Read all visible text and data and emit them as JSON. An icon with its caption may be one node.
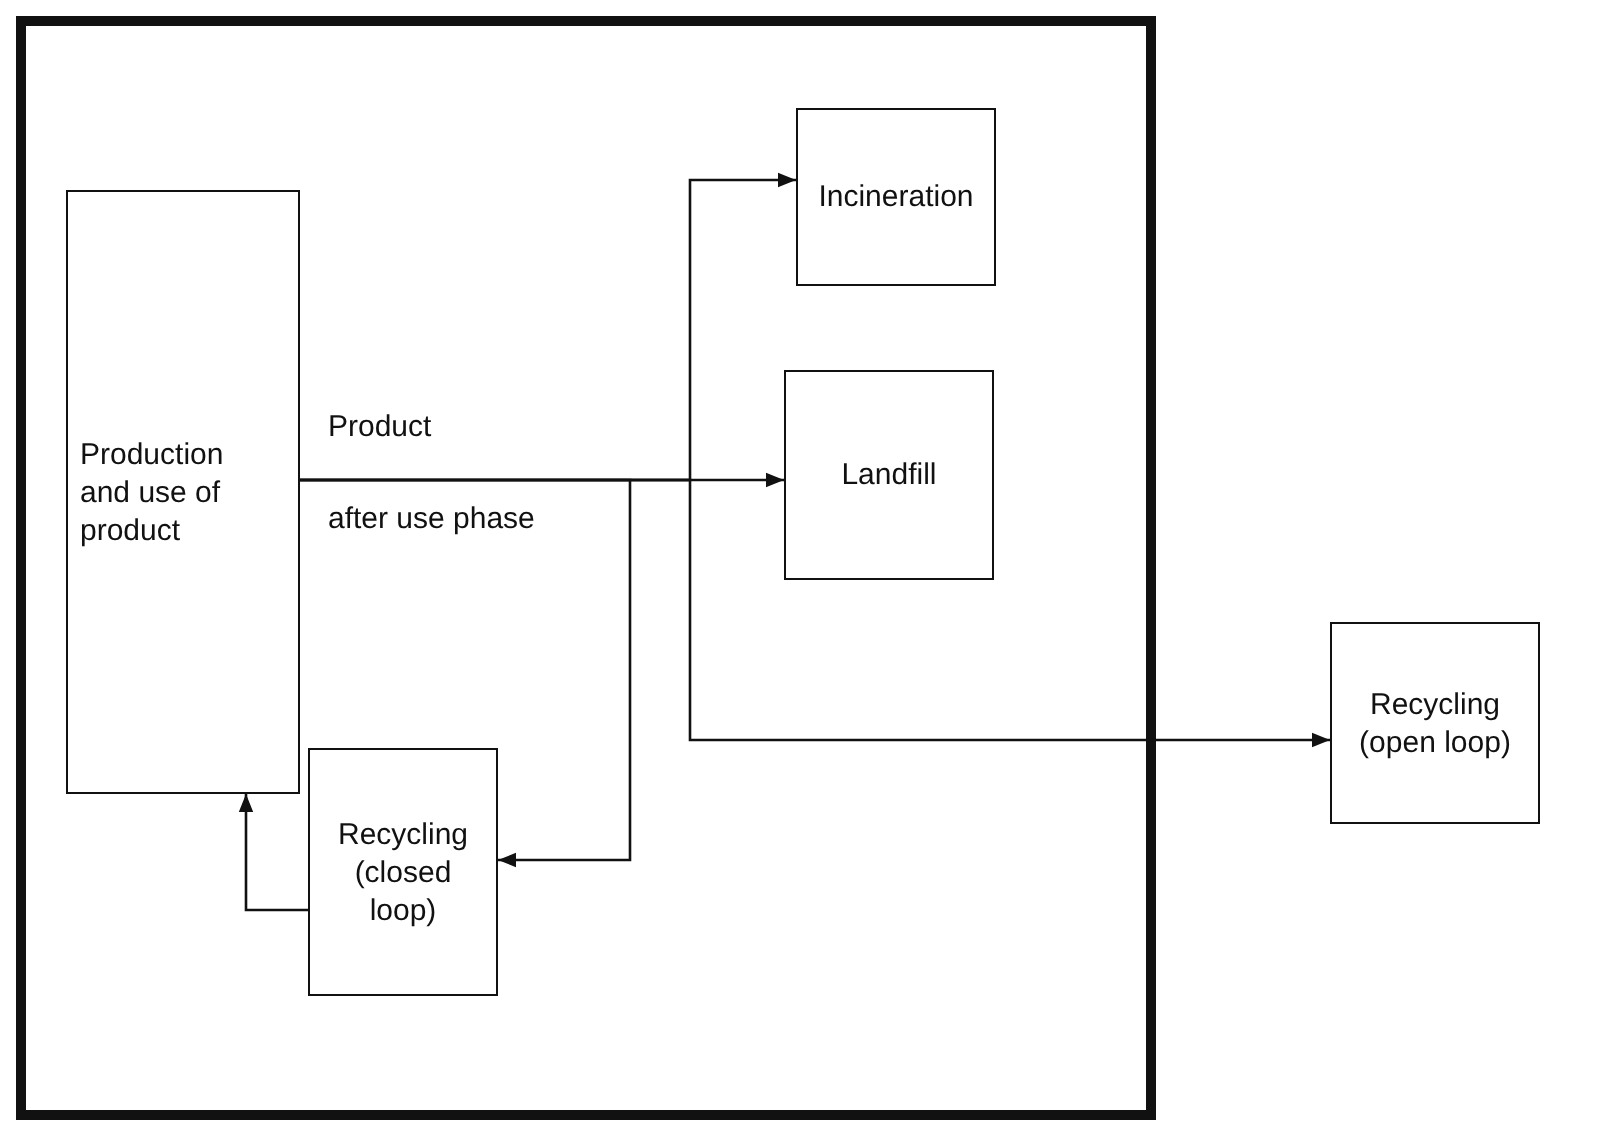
{
  "diagram": {
    "nodes": [
      {
        "text": [],
        "shape": "box"
      },
      {
        "text": [
          "Production and use of product"
        ],
        "in": 0
      },
      {
        "text": [
          "Incineration"
        ],
        "in": 0
      },
      {
        "text": [
          "Landfill"
        ],
        "in": 0
      },
      {
        "text": [
          "Recycling (closed loop)"
        ],
        "in": 0
      },
      {
        "text": [
          "Recycling (open loop)"
        ]
      }
    ],
    "edges": [
      {
        "from": 1,
        "to": 3,
        "arrow": "to"
      },
      {
        "from": 1,
        "to": 2,
        "arrow": "to"
      },
      {
        "from": 1,
        "to": 5,
        "arrow": "to"
      },
      {
        "from": 1,
        "to": 4,
        "arrow": "to"
      },
      {
        "from": 4,
        "to": 1,
        "arrow": "to"
      }
    ],
    "labels": [
      "Product",
      "after use phase"
    ]
  }
}
